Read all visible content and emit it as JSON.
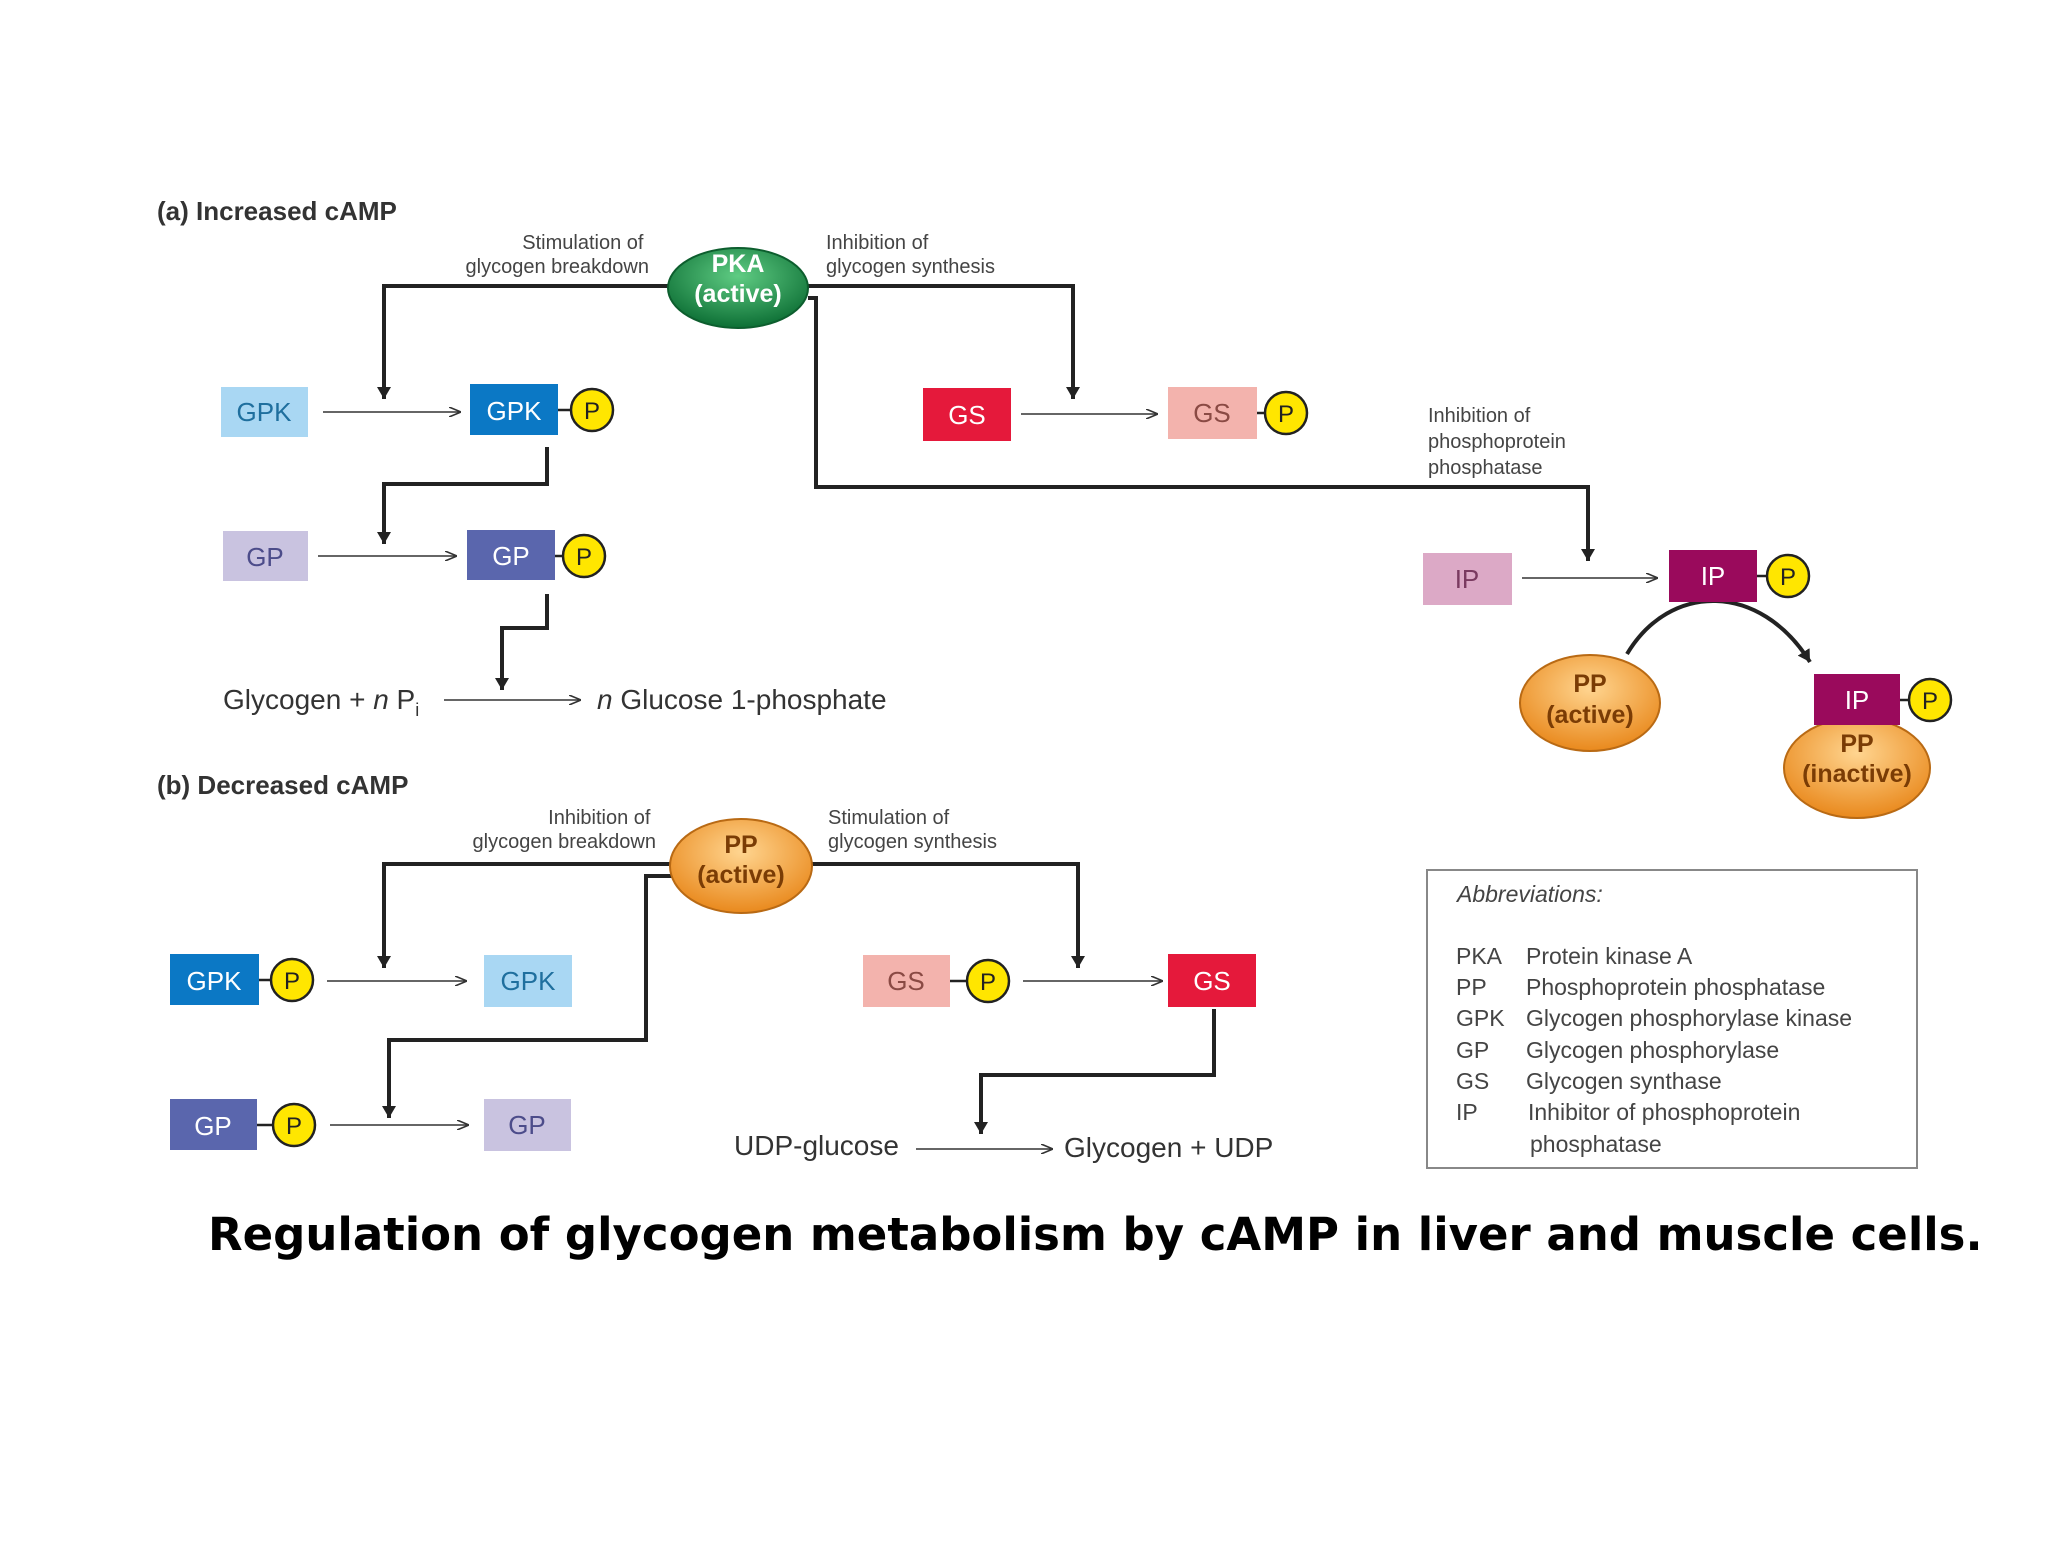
{
  "colors": {
    "gpk": "#0b78c5",
    "gpk_light": "#a9d7f3",
    "gp": "#5a66ad",
    "gp_light": "#c9c3e0",
    "gs": "#e5193b",
    "gs_light": "#f3b3ad",
    "ip": "#9a0a5c",
    "ip_light": "#dca9c6",
    "pka": "#178a47",
    "pp": "#f3a23e",
    "phosphate": "#ffe600"
  },
  "panel_a": {
    "title": "(a)  Increased cAMP",
    "pka_line1": "PKA",
    "pka_line2": "(active)",
    "label_stim": [
      "Stimulation of",
      "glycogen breakdown"
    ],
    "label_inhib": [
      "Inhibition of",
      "glycogen synthesis"
    ],
    "label_ip": [
      "Inhibition of",
      "phosphoprotein",
      "phosphatase"
    ],
    "gpk": "GPK",
    "gp": "GP",
    "gs": "GS",
    "ip": "IP",
    "phosphate": "P",
    "pp_line1": "PP",
    "pp_active": "(active)",
    "pp_inactive": "(inactive)",
    "glycogen": "Glycogen + ",
    "n": "n",
    "pi": " P",
    "pi_sub": "i",
    "glucose": " Glucose 1-phosphate"
  },
  "panel_b": {
    "title": "(b)  Decreased cAMP",
    "pp_line1": "PP",
    "pp_line2": "(active)",
    "label_inhib": [
      "Inhibition of",
      "glycogen breakdown"
    ],
    "label_stim": [
      "Stimulation of",
      "glycogen synthesis"
    ],
    "gpk": "GPK",
    "gp": "GP",
    "gs": "GS",
    "phosphate": "P",
    "udp_glucose": "UDP-glucose",
    "glycogen_udp": "Glycogen + UDP"
  },
  "abbreviations": {
    "title": "Abbreviations:",
    "items": [
      {
        "abbr": "PKA",
        "text": "Protein kinase A"
      },
      {
        "abbr": "PP",
        "text": "Phosphoprotein phosphatase"
      },
      {
        "abbr": "GPK",
        "text": "Glycogen phosphorylase kinase"
      },
      {
        "abbr": "GP",
        "text": "Glycogen phosphorylase"
      },
      {
        "abbr": "GS",
        "text": "Glycogen synthase"
      },
      {
        "abbr": "IP",
        "text": "Inhibitor of phosphoprotein"
      }
    ],
    "continuation": "phosphatase"
  },
  "caption": "Regulation of glycogen metabolism by cAMP in liver and muscle cells."
}
